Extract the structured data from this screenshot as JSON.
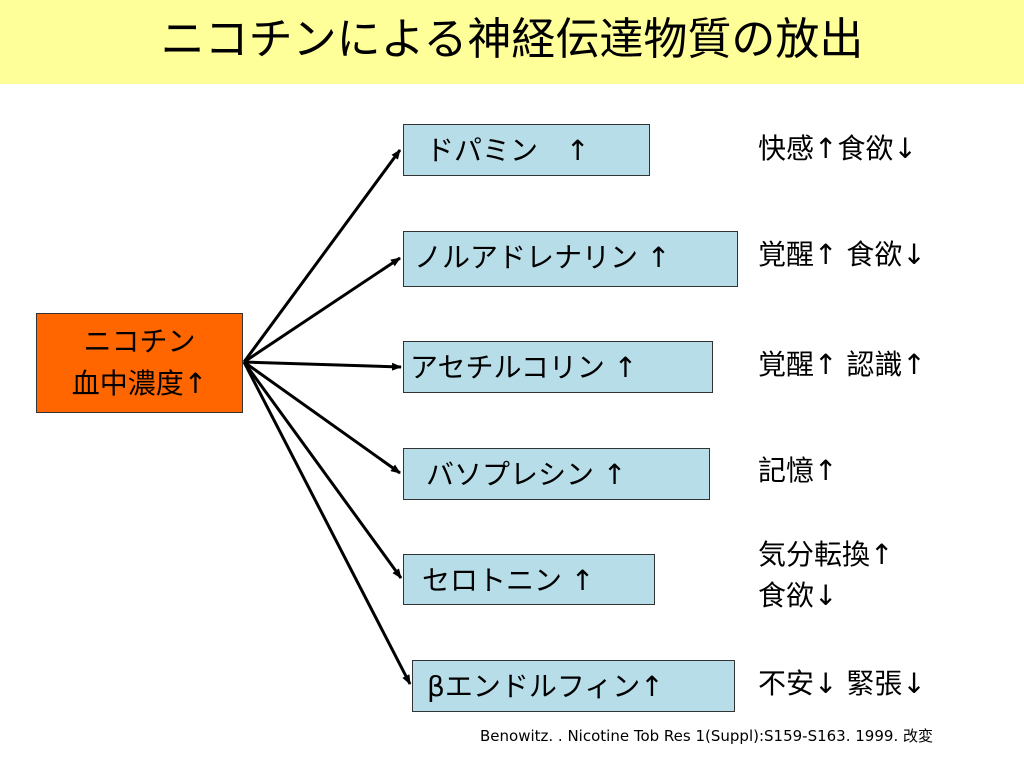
{
  "title": "ニコチンによる神経伝達物質の放出",
  "source": {
    "line1": "ニコチン",
    "line2": "血中濃度↑"
  },
  "transmitters": [
    {
      "label": "ドパミン　↑",
      "effect": "快感↑食欲↓"
    },
    {
      "label": "ノルアドレナリン ↑",
      "effect": "覚醒↑ 食欲↓"
    },
    {
      "label": "アセチルコリン ↑",
      "effect": "覚醒↑ 認識↑"
    },
    {
      "label": "バソプレシン ↑",
      "effect": "記憶↑"
    },
    {
      "label": "セロトニン ↑",
      "effect_line1": "気分転換↑",
      "effect_line2": "食欲↓"
    },
    {
      "label": "βエンドルフィン↑",
      "effect": "不安↓ 緊張↓"
    }
  ],
  "citation": "Benowitz. . Nicotine Tob Res 1(Suppl):S159-S163. 1999. 改変",
  "colors": {
    "title_background": "#ffff99",
    "source_box": "#ff6600",
    "transmitter_box": "#b7dde8",
    "arrow": "#000000"
  }
}
